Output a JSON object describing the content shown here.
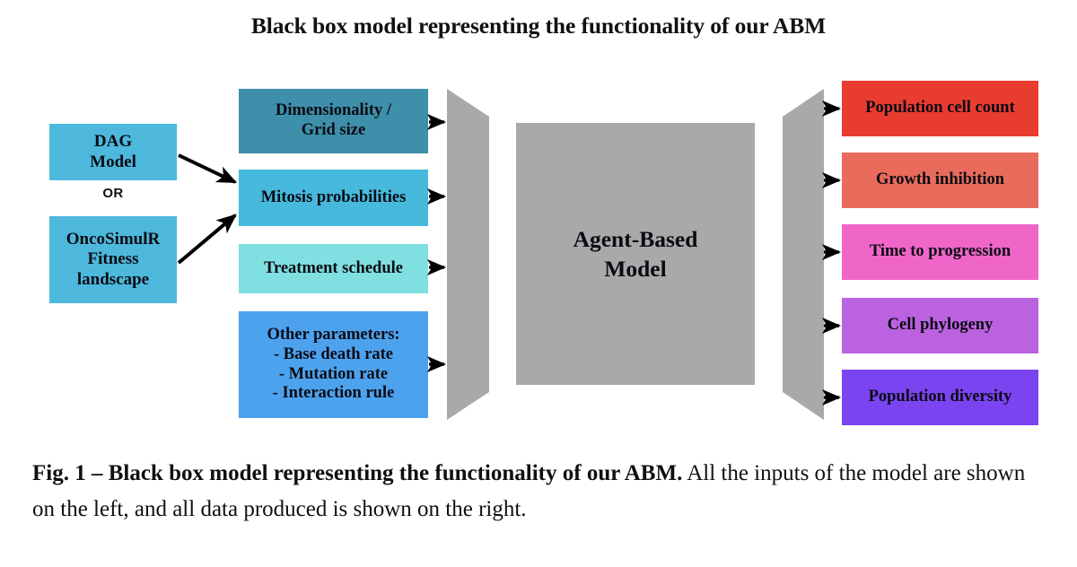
{
  "figure": {
    "title": "Black box model representing the functionality of our ABM",
    "caption_bold": "Fig. 1 – Black box model representing the functionality of our ABM.",
    "caption_rest": " All the inputs of the model are shown on the left, and all data produced is shown on the right.",
    "background_color": "#ffffff"
  },
  "sources": {
    "or_label": "OR",
    "items": [
      {
        "id": "dag",
        "line1": "DAG",
        "line2": "Model",
        "color": "#4db8dc"
      },
      {
        "id": "oncosimulr",
        "line1": "OncoSimulR",
        "line2": "Fitness",
        "line3": "landscape",
        "color": "#4db8dc"
      }
    ]
  },
  "inputs": {
    "items": [
      {
        "id": "dimensionality",
        "line1": "Dimensionality /",
        "line2": "Grid size",
        "color": "#3e8fa9"
      },
      {
        "id": "mitosis",
        "line1": "Mitosis probabilities",
        "color": "#46b9dd"
      },
      {
        "id": "treatment",
        "line1": "Treatment schedule",
        "color": "#80dfe0"
      },
      {
        "id": "other",
        "line1": "Other parameters:",
        "line2": "- Base death rate",
        "line3": "- Mutation rate",
        "line4": "- Interaction rule",
        "color": "#4da2ee"
      }
    ]
  },
  "model": {
    "line1": "Agent-Based",
    "line2": "Model",
    "color": "#a9a9a9",
    "funnel_color": "#a9a9a9"
  },
  "outputs": {
    "items": [
      {
        "id": "population-cell-count",
        "label": "Population cell count",
        "color": "#e83c30"
      },
      {
        "id": "growth-inhibition",
        "label": "Growth inhibition",
        "color": "#e96b5c"
      },
      {
        "id": "time-to-progression",
        "label": "Time to progression",
        "color": "#f066c8"
      },
      {
        "id": "cell-phylogeny",
        "label": "Cell phylogeny",
        "color": "#bb62e0"
      },
      {
        "id": "population-diversity",
        "label": "Population diversity",
        "color": "#7a45f0"
      }
    ]
  },
  "arrows": {
    "color": "#000000",
    "input_to_funnel_count": 4,
    "funnel_to_output_count": 5,
    "source_to_mitosis_count": 2
  }
}
